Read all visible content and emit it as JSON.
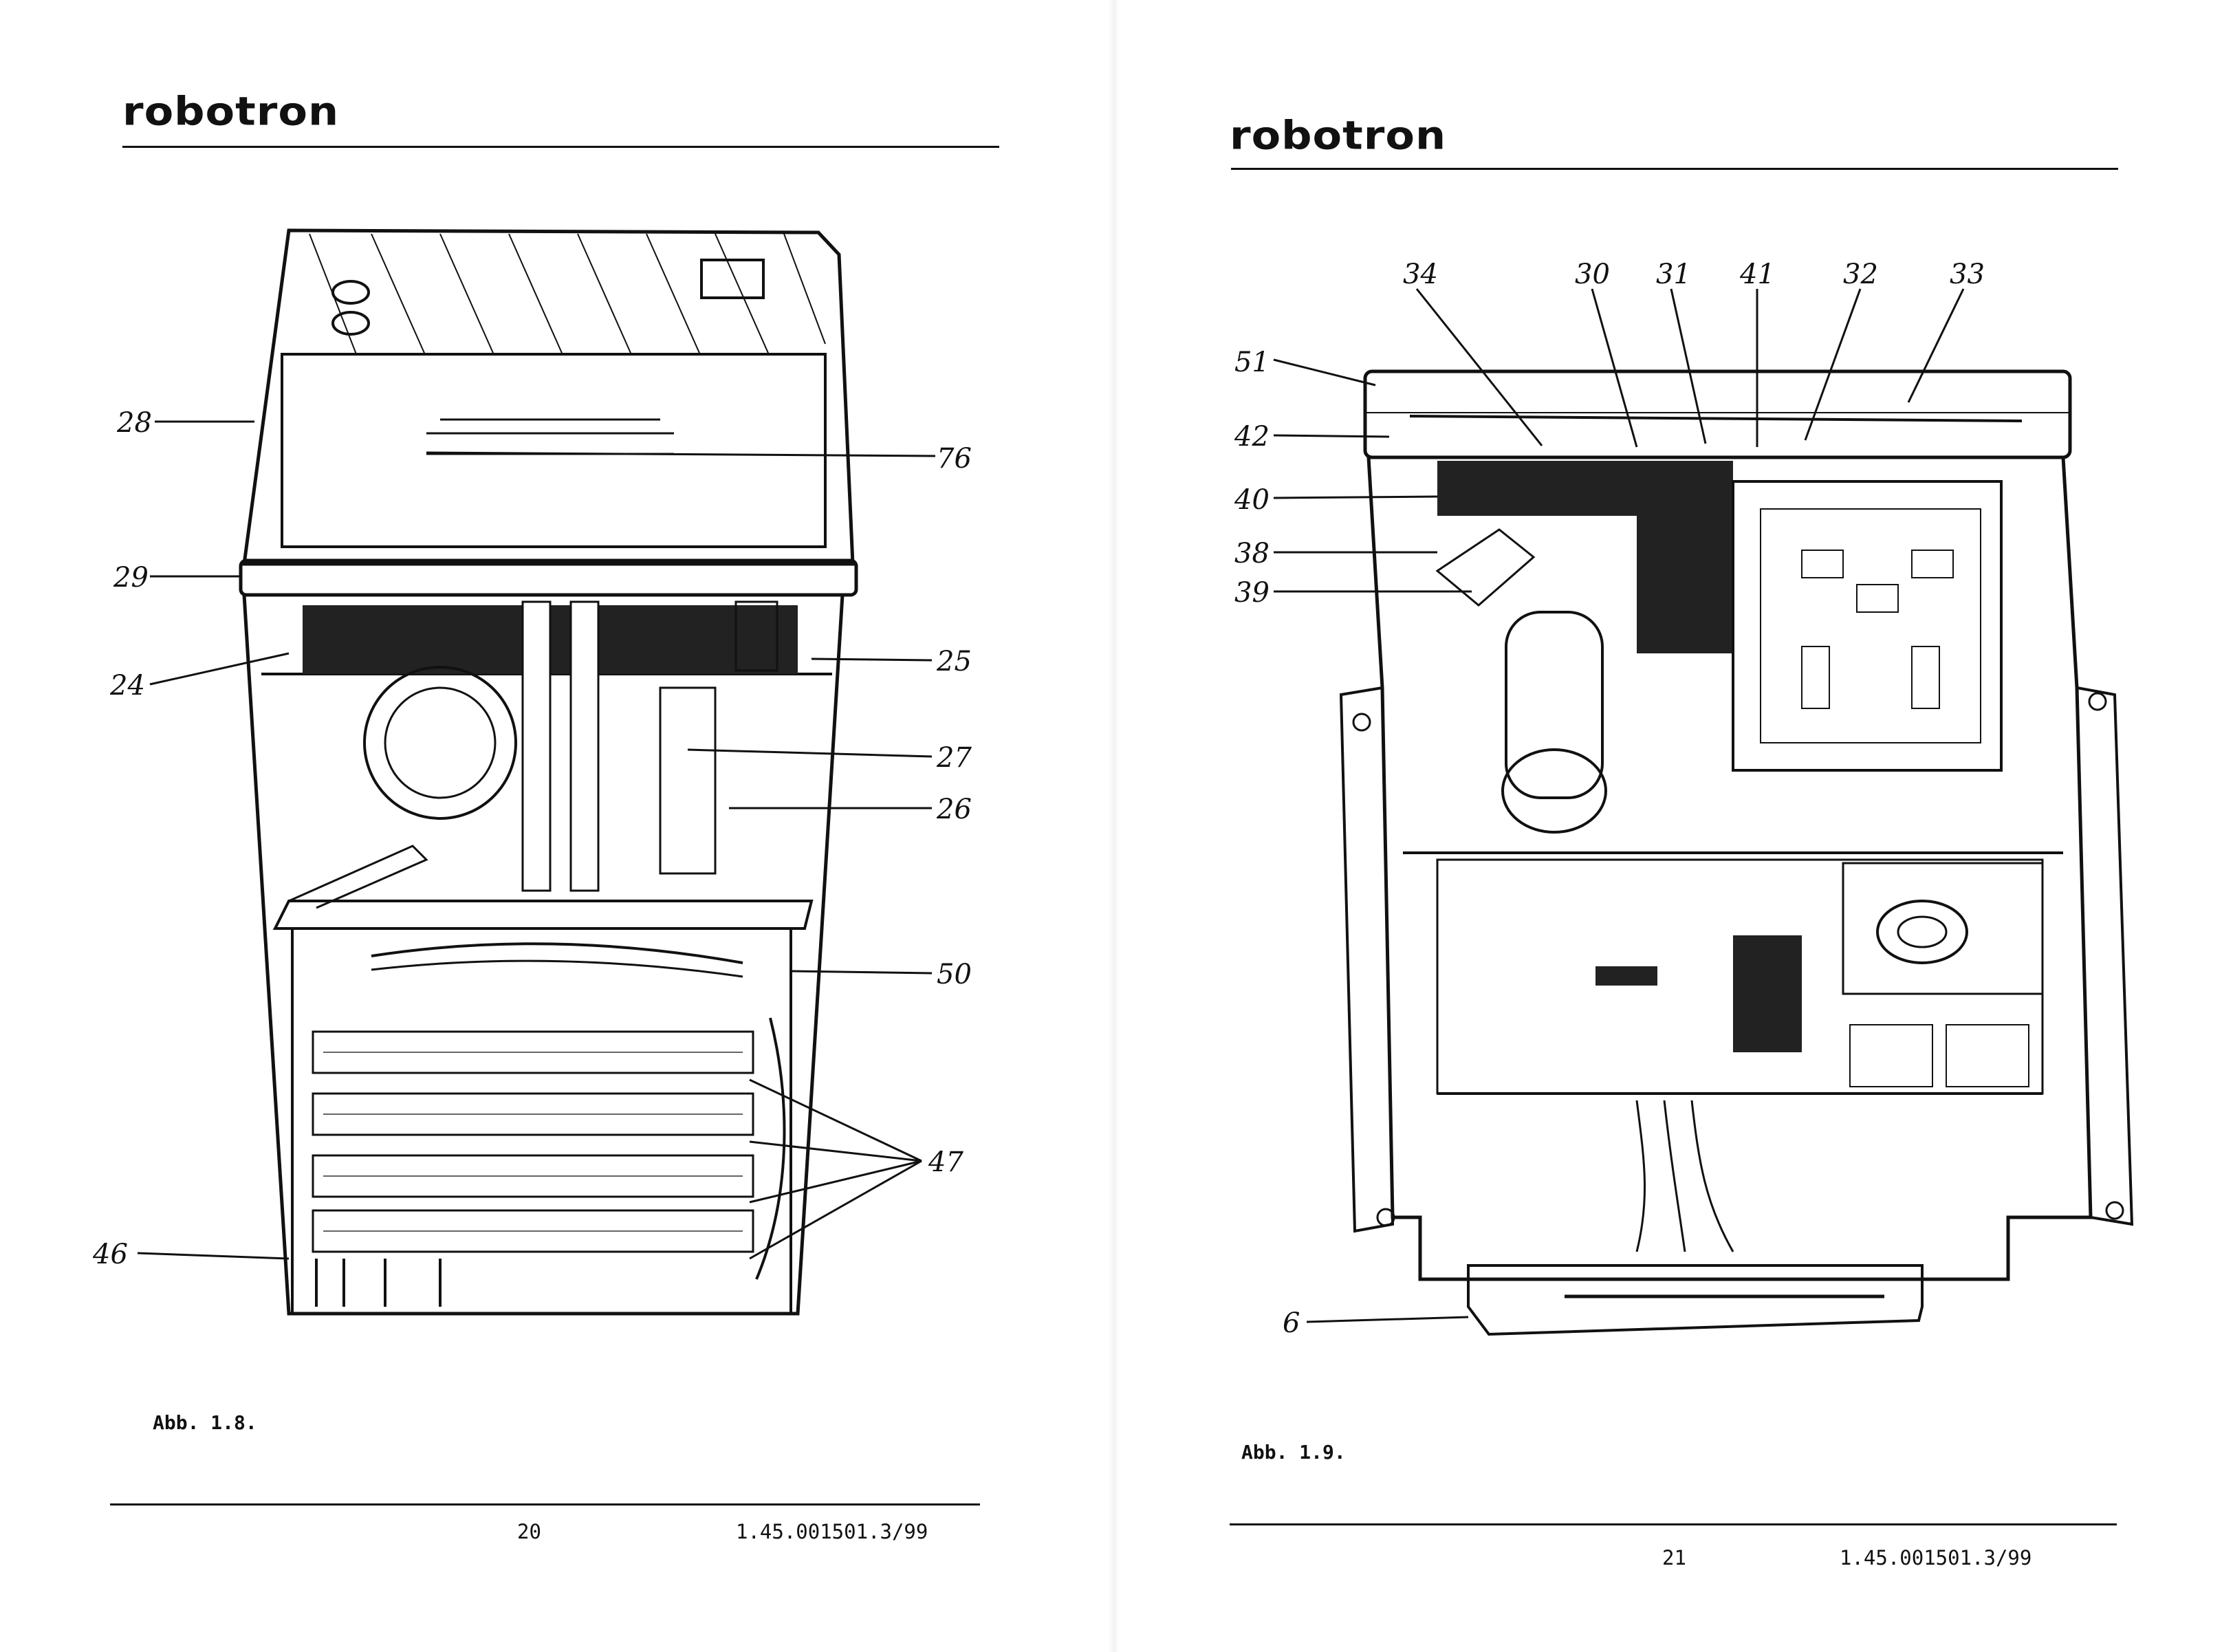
{
  "left_page": {
    "logo": "robotron",
    "figure_caption": "Abb. 1.8.",
    "page_number": "20",
    "doc_code": "1.45.001501.3/99",
    "callouts": [
      "28",
      "76",
      "29",
      "24",
      "25",
      "27",
      "26",
      "50",
      "47",
      "46"
    ]
  },
  "right_page": {
    "logo": "robotron",
    "figure_caption": "Abb. 1.9.",
    "page_number": "21",
    "doc_code": "1.45.001501.3/99",
    "callouts": [
      "34",
      "30",
      "31",
      "41",
      "32",
      "33",
      "51",
      "42",
      "40",
      "38",
      "39",
      "6"
    ]
  }
}
